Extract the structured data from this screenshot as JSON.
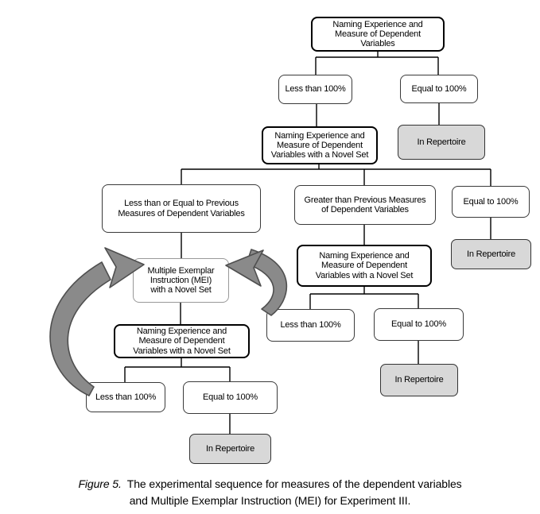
{
  "nodes": {
    "top": {
      "label": "Naming Experience and\nMeasure of Dependent\nVariables"
    },
    "lt100_a": {
      "label": "Less than 100%"
    },
    "eq100_a": {
      "label": "Equal to 100%"
    },
    "inrep_a": {
      "label": "In Repertoire"
    },
    "novel_a": {
      "label": "Naming Experience and\nMeasure of Dependent\nVariables with a Novel Set"
    },
    "lte_prev": {
      "label": "Less than or Equal to Previous\nMeasures of Dependent Variables"
    },
    "gt_prev": {
      "label": "Greater than Previous Measures\nof Dependent Variables"
    },
    "eq100_b": {
      "label": "Equal to 100%"
    },
    "inrep_b": {
      "label": "In Repertoire"
    },
    "mei": {
      "label": "Multiple Exemplar\nInstruction (MEI)\nwith a Novel Set"
    },
    "novel_b": {
      "label": "Naming Experience and\nMeasure of Dependent\nVariables with a Novel Set"
    },
    "lt100_b": {
      "label": "Less than 100%"
    },
    "eq100_c": {
      "label": "Equal to 100%"
    },
    "inrep_c": {
      "label": "In Repertoire"
    },
    "novel_c": {
      "label": "Naming Experience and\nMeasure of Dependent\nVariables with a Novel Set"
    },
    "lt100_c": {
      "label": "Less than 100%"
    },
    "eq100_d": {
      "label": "Equal to 100%"
    },
    "inrep_d": {
      "label": "In Repertoire"
    }
  },
  "caption": {
    "prefix": "Figure 5.",
    "line1": "The experimental sequence for measures of the dependent variables",
    "line2": "and Multiple Exemplar Instruction (MEI) for Experiment III."
  },
  "colors": {
    "background": "#ffffff",
    "text": "#000000",
    "line": "#000000",
    "box_fill": "#ffffff",
    "thick_border": "#000000",
    "thin_border": "#3a3a3a",
    "mei_border": "#999999",
    "repertoire_fill": "#d8d8d8",
    "repertoire_border": "#333333",
    "arrow_fill": "#8a8a8a",
    "arrow_stroke": "#4f4f4f"
  }
}
